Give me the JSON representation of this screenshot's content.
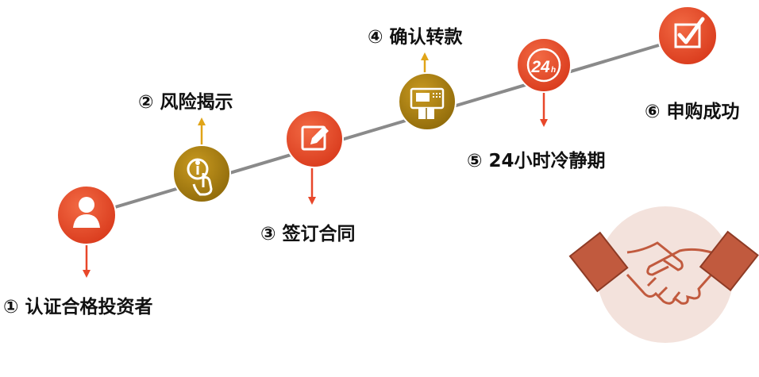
{
  "steps": [
    {
      "num": "①",
      "label": "认证合格投资者",
      "icon": "person-icon",
      "color": "#e8472a"
    },
    {
      "num": "②",
      "label": "风险揭示",
      "icon": "hand-touch-info-icon",
      "color": "#b08612"
    },
    {
      "num": "③",
      "label": "签订合同",
      "icon": "edit-pen-icon",
      "color": "#e8472a"
    },
    {
      "num": "④",
      "label": "确认转款",
      "icon": "atm-machine-icon",
      "color": "#b08612"
    },
    {
      "num": "⑤",
      "label": "24小时冷静期",
      "icon": "24h-clock-icon",
      "icon_text": "24",
      "icon_sub": "h",
      "color": "#e8472a"
    },
    {
      "num": "⑥",
      "label": "申购成功",
      "icon": "checkbox-icon",
      "color": "#e8472a"
    }
  ],
  "decoration": {
    "icon": "handshake-icon",
    "color": "#c15a3e",
    "bg_color": "#f3e2dc"
  },
  "line_color": "#8a8a8a",
  "arrow_color_down": "#e8472a",
  "arrow_color_up": "#e0a418"
}
